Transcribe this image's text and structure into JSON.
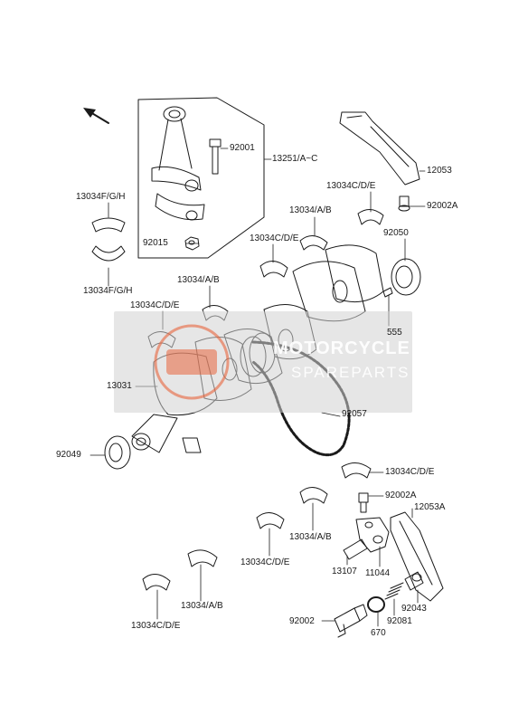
{
  "labels": {
    "p92001": "92001",
    "p13251": "13251/A~C",
    "p12053": "12053",
    "p13034CDE_a": "13034C/D/E",
    "p92002A_a": "92002A",
    "p13034FGH_a": "13034F/G/H",
    "p13034AB_a": "13034/A/B",
    "p13034CDE_b": "13034C/D/E",
    "p92050": "92050",
    "p92015": "92015",
    "p13034FGH_b": "13034F/G/H",
    "p13034AB_b": "13034/A/B",
    "p13034CDE_c": "13034C/D/E",
    "p555": "555",
    "p13031": "13031",
    "p92057": "92057",
    "p92049": "92049",
    "p13034CDE_d": "13034C/D/E",
    "p92002A_b": "92002A",
    "p12053A": "12053A",
    "p13034AB_c": "13034/A/B",
    "p13034CDE_e": "13034C/D/E",
    "p13107": "13107",
    "p11044": "11044",
    "p92043": "92043",
    "p13034AB_d": "13034/A/B",
    "p92002": "92002",
    "p92081": "92081",
    "p670": "670",
    "p13034CDE_f": "13034C/D/E"
  },
  "watermark": {
    "line1": "MOTORCYCLE",
    "line2": "SPAREPARTS"
  },
  "colors": {
    "line": "#1a1a1a",
    "watermark_bg": "#d2d2d2",
    "watermark_logo": "#e8643c"
  }
}
